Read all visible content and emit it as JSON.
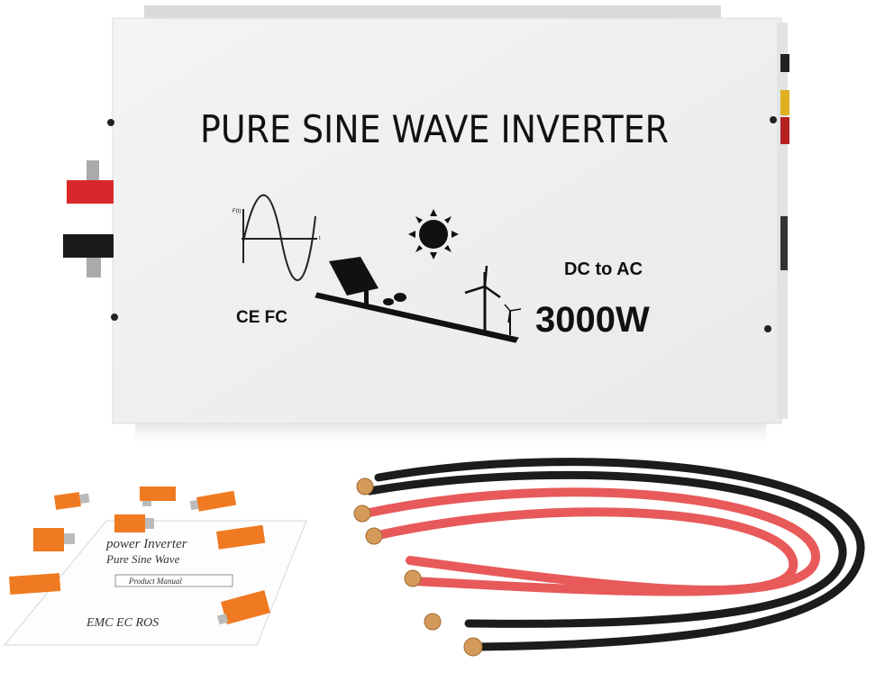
{
  "product": {
    "title": "PURE SINE WAVE INVERTER",
    "conversion": "DC to AC",
    "power": "3000W",
    "certifications": "CE FC",
    "waveform_axis_y": "F(t)",
    "waveform_axis_x": "t",
    "housing_color": "#eff0f0",
    "positive_terminal_color": "#d8282c",
    "negative_terminal_color": "#1a1a1a"
  },
  "manual": {
    "line1": "power Inverter",
    "line2": "Pure Sine Wave",
    "box_label": "Product Manual",
    "footer": "EMC  EC ROS"
  },
  "accessories": {
    "fuse_color": "#f07a22",
    "cable_colors": [
      "#e85a5a",
      "#1c1c1c"
    ]
  }
}
